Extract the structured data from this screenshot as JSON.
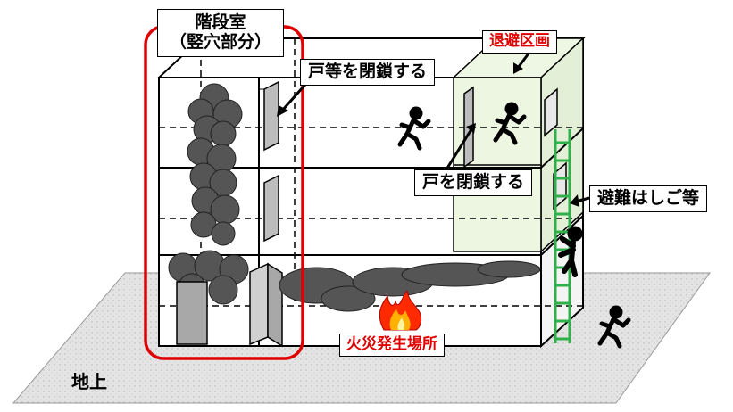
{
  "labels": {
    "stairwell_line1": "階段室",
    "stairwell_line2": "（竪穴部分）",
    "close_doors_etc": "戸等を閉鎖する",
    "refuge_zone": "退避区画",
    "close_door": "戸を閉鎖する",
    "escape_ladder": "避難はしご等",
    "fire_location": "火災発生場所",
    "ground": "地上"
  },
  "colors": {
    "stairwell_outline": "#e00000",
    "refuge_zone_fill": "#eaf5dc",
    "ladder": "#2fb04a",
    "smoke": "#555555",
    "ground": "#dcdcdc",
    "label_accent": "#e00000"
  },
  "icons": [
    "running-person-icon",
    "fire-icon",
    "smoke-cloud-icon",
    "door-icon",
    "ladder-icon"
  ]
}
